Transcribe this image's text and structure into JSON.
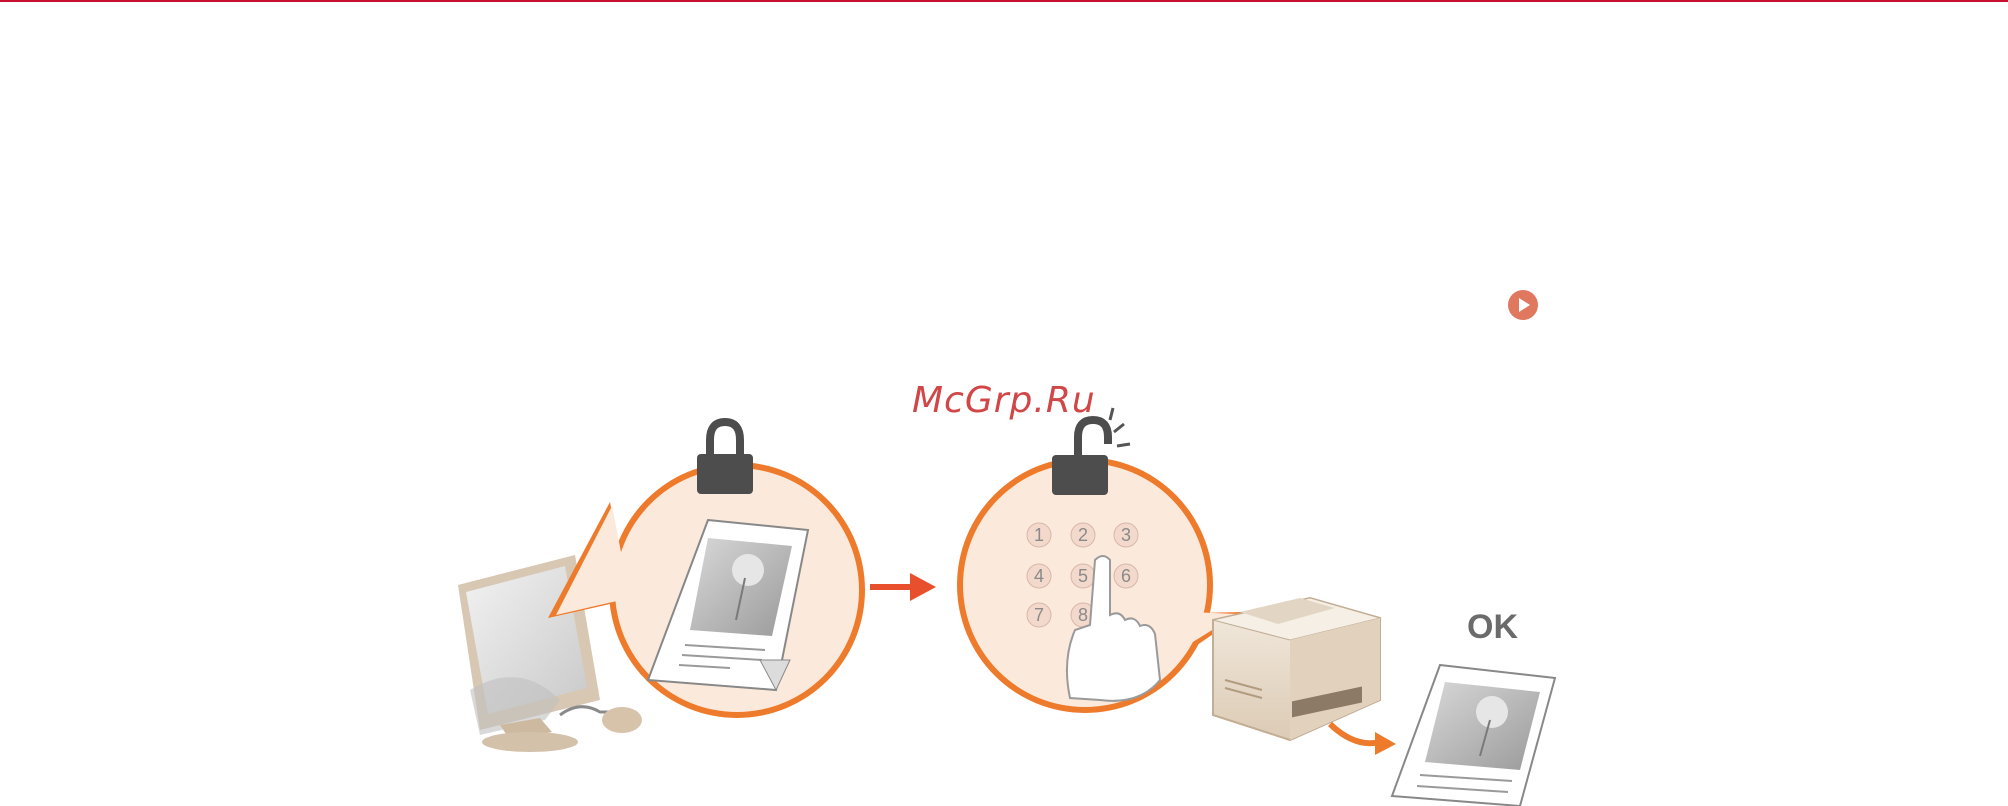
{
  "watermark": {
    "text": "McGrp.Ru"
  },
  "result_label": "OK",
  "icons": {
    "link": "play-circle-icon",
    "send_lock": "padlock-closed-icon",
    "unlock": "padlock-open-icon",
    "flow": "arrow-right-icon"
  },
  "keypad": {
    "keys": [
      "1",
      "2",
      "3",
      "4",
      "5",
      "6",
      "7",
      "8"
    ]
  },
  "colors": {
    "accent_rule": "#c8102e",
    "orange": "#ee7a2c",
    "link_icon": "#e07860",
    "watermark": "#d14646",
    "arrow": "#e8502d",
    "lock": "#4d4d4d",
    "machine_beige": "#e9dccb"
  }
}
